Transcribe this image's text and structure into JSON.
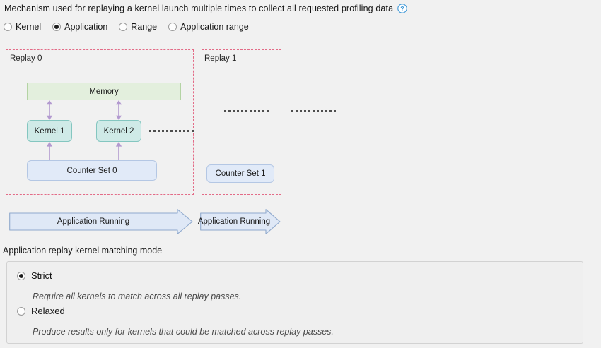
{
  "header": {
    "description": "Mechanism used for replaying a kernel launch multiple times to collect all requested profiling data",
    "help_icon": "help-circle-icon"
  },
  "replay_mode": {
    "options": [
      {
        "label": "Kernel",
        "selected": false
      },
      {
        "label": "Application",
        "selected": true
      },
      {
        "label": "Range",
        "selected": false
      },
      {
        "label": "Application range",
        "selected": false
      }
    ]
  },
  "diagram": {
    "replay0": {
      "label": "Replay 0",
      "memory": "Memory",
      "kernel1": "Kernel 1",
      "kernel2": "Kernel 2",
      "counter_set": "Counter Set 0",
      "ellipsis": "············"
    },
    "replay1": {
      "label": "Replay 1",
      "counter_set": "Counter Set 1",
      "ellipsis": "············"
    },
    "outer_ellipsis": "············",
    "banner0": "Application Running",
    "banner1": "Application Running",
    "colors": {
      "replay_border": "#e36b87",
      "memory_fill": "#e3efdd",
      "memory_stroke": "#b4d3a4",
      "kernel_fill": "#cfeae7",
      "kernel_stroke": "#84c6c0",
      "counter_fill": "#e1eaf8",
      "counter_stroke": "#b4c7e4",
      "arrow": "#b39ad0",
      "banner_fill": "#dfe8f6",
      "banner_stroke": "#8fa9cd"
    }
  },
  "matching_mode": {
    "title": "Application replay kernel matching mode",
    "options": [
      {
        "label": "Strict",
        "selected": true,
        "description": "Require all kernels to match across all replay passes."
      },
      {
        "label": "Relaxed",
        "selected": false,
        "description": "Produce results only for kernels that could be matched across replay passes."
      }
    ]
  }
}
